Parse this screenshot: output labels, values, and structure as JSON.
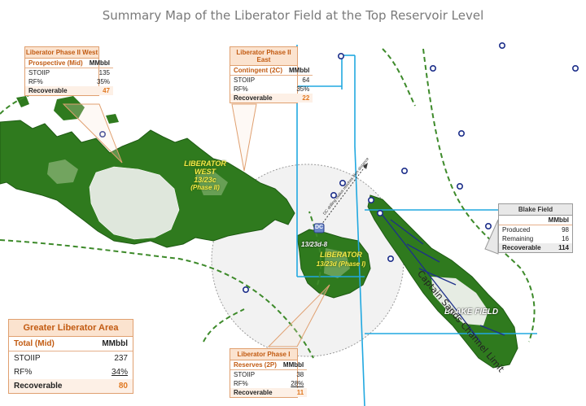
{
  "title": "Summary Map of the Liberator Field at the Top Reservoir Level",
  "boxes": {
    "phase2_west": {
      "header": "Liberator Phase II West",
      "col1": "Prospective (Mid)",
      "col2": "MMbbl",
      "rows": [
        [
          "STOIIP",
          "135"
        ],
        [
          "RF%",
          "35%"
        ],
        [
          "Recoverable",
          "47"
        ]
      ]
    },
    "phase2_east": {
      "header": "Liberator Phase II East",
      "col1": "Contingent (2C)",
      "col2": "MMbbl",
      "rows": [
        [
          "STOIIP",
          "64"
        ],
        [
          "RF%",
          "35%"
        ],
        [
          "Recoverable",
          "22"
        ]
      ]
    },
    "blake": {
      "header": "Blake Field",
      "col2": "MMbbl",
      "rows": [
        [
          "Produced",
          "98"
        ],
        [
          "Remaining",
          "16"
        ],
        [
          "Recoverable",
          "114"
        ]
      ]
    },
    "greater": {
      "header": "Greater Liberator Area",
      "col1": "Total (Mid)",
      "col2": "MMbbl",
      "rows": [
        [
          "STOIIP",
          "237"
        ],
        [
          "RF%",
          "34%"
        ],
        [
          "Recoverable",
          "80"
        ]
      ]
    },
    "phase1": {
      "header": "Liberator Phase I",
      "col1": "Reserves (2P)",
      "col2": "MMbbl",
      "rows": [
        [
          "STOIIP",
          "38"
        ],
        [
          "RF%",
          "28%"
        ],
        [
          "Recoverable",
          "11"
        ]
      ]
    }
  },
  "labels": {
    "lib_west": [
      "LIBERATOR",
      "WEST",
      "13/23c",
      "(Phase II)"
    ],
    "lib_main": [
      "LIBERATOR",
      "13/23d (Phase I)"
    ],
    "well": "13/23d-8",
    "dc": "DC",
    "blake_field": "BLAKE FIELD",
    "channel": "Captain Sands Channel Limit",
    "radius_note": "DC drilling radius reaches 4km distance"
  },
  "colors": {
    "accent": "#e07820",
    "header_bg": "#fbe3cf",
    "field_green": "#2f7a1e",
    "lines": "#21a8e0",
    "channel": "#3d8a2a"
  }
}
